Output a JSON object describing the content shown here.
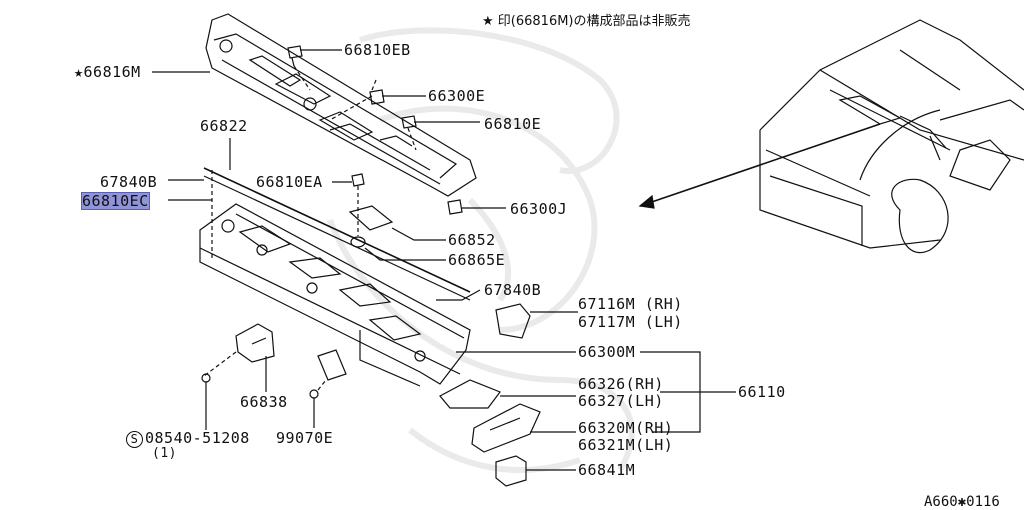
{
  "header_note": "★ 印(66816M)の構成部品は非販売",
  "reference": "A660✱0116",
  "labels": {
    "p66816M": "★66816M",
    "p66810EB": "66810EB",
    "p66300E": "66300E",
    "p66810E": "66810E",
    "p66822": "66822",
    "p67840B_a": "67840B",
    "p66810EC": "66810EC",
    "p66810EA": "66810EA",
    "p66300J": "66300J",
    "p66852": "66852",
    "p66865E": "66865E",
    "p67840B_b": "67840B",
    "p67116M": "67116M (RH)",
    "p67117M": "67117M (LH)",
    "p66300M": "66300M",
    "p66326": "66326(RH)",
    "p66327": "66327(LH)",
    "p66110": "66110",
    "p66320M": "66320M(RH)",
    "p66321M": "66321M(LH)",
    "p66841M": "66841M",
    "p66838": "66838",
    "p08540_s": "S",
    "p08540": "08540-51208",
    "p08540_qty": "(1)",
    "p99070E": "99070E"
  },
  "colors": {
    "highlight": "#8f93d8",
    "line": "#111111",
    "watermark": "#e6e6e6"
  }
}
